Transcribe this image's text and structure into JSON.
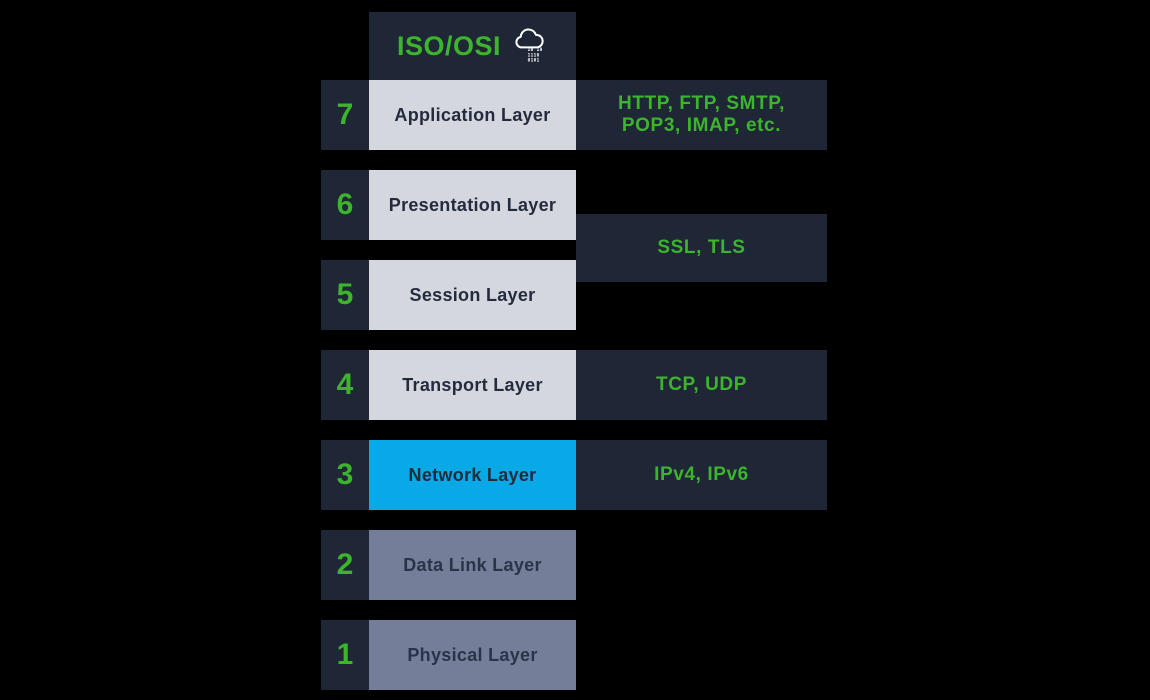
{
  "header": {
    "title": "ISO/OSI",
    "icon": "cloud-binary-icon",
    "icon_digits": [
      "10 10",
      "1110",
      "0101"
    ]
  },
  "layers": [
    {
      "number": "7",
      "label": "Application Layer",
      "protocols": "HTTP, FTP, SMTP,\nPOP3, IMAP, etc.",
      "style": "light"
    },
    {
      "number": "6",
      "label": "Presentation Layer",
      "style": "light"
    },
    {
      "number": "5",
      "label": "Session Layer",
      "style": "light"
    },
    {
      "number": "4",
      "label": "Transport Layer",
      "protocols": "TCP, UDP",
      "style": "light"
    },
    {
      "number": "3",
      "label": "Network Layer",
      "protocols": "IPv4, IPv6",
      "style": "highlight"
    },
    {
      "number": "2",
      "label": "Data Link Layer",
      "style": "muted"
    },
    {
      "number": "1",
      "label": "Physical Layer",
      "style": "muted"
    }
  ],
  "shared_protocol": {
    "label": "SSL, TLS"
  },
  "colors": {
    "background": "#000000",
    "panel_navy": "#1f2636",
    "layer_light": "#d4d7de",
    "layer_highlight": "#09a8e7",
    "layer_muted": "#747e98",
    "accent_green": "#3cb42c",
    "text_dark": "#242b3e",
    "icon_white": "#ffffff"
  }
}
